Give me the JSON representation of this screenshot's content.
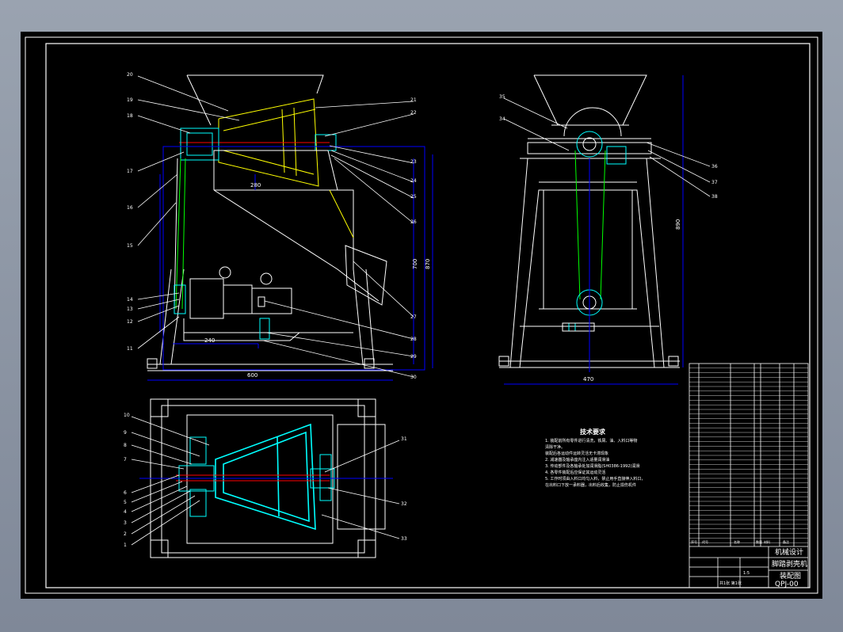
{
  "tech_requirements": {
    "title": "技术要求",
    "lines": [
      "1. 装配前所有零件进行清洗，铁屑、油、入料口等物",
      "   清除干净。",
      "   装配后各运动件运转灵活无卡滞现象",
      "2. 减速器及轴承座内注入适量润滑油",
      "3. 传动部件及各轴承处加润滑脂(SH0386-1992)润滑",
      "4. 各零件装配后应保证其运动灵活",
      "5. 工作时须由入料口均匀入料，禁止用手直接伸入料口，",
      "   在出料口下放一承料器，出料后收集，防止损伤机件"
    ]
  },
  "dimensions": {
    "front_width": "600",
    "front_height": "870",
    "front_height2": "700",
    "motor_width": "240",
    "side_width": "470",
    "side_height": "890",
    "upper_dim": "280"
  },
  "title_block": {
    "company": "机械设计",
    "drawing_name": "脚踏剥壳机",
    "subtitle": "装配图",
    "drawing_no": "QPJ-00",
    "scale": "1:5",
    "sheet_info": "共1张 第1张"
  },
  "callouts": {
    "front_left": [
      "20",
      "19",
      "18",
      "17",
      "16",
      "15",
      "14",
      "13",
      "12",
      "11"
    ],
    "front_right": [
      "21",
      "22",
      "23",
      "24",
      "25",
      "26",
      "27",
      "28",
      "29",
      "30"
    ],
    "side_left": [
      "35",
      "34"
    ],
    "side_right": [
      "36",
      "37",
      "38"
    ],
    "plan_left": [
      "10",
      "9",
      "8",
      "7",
      "6",
      "5",
      "4",
      "3",
      "2",
      "1"
    ],
    "plan_right": [
      "31",
      "32",
      "33"
    ]
  },
  "bom_header": [
    "序号",
    "代号",
    "名称",
    "数量",
    "材料",
    "备注"
  ],
  "colors": {
    "sheet": "#000000",
    "outline": "#ffffff",
    "cyan": "#00ffff",
    "yellow": "#ffff00",
    "blue": "#0000ff",
    "red": "#ff0000",
    "green": "#00ff00"
  }
}
